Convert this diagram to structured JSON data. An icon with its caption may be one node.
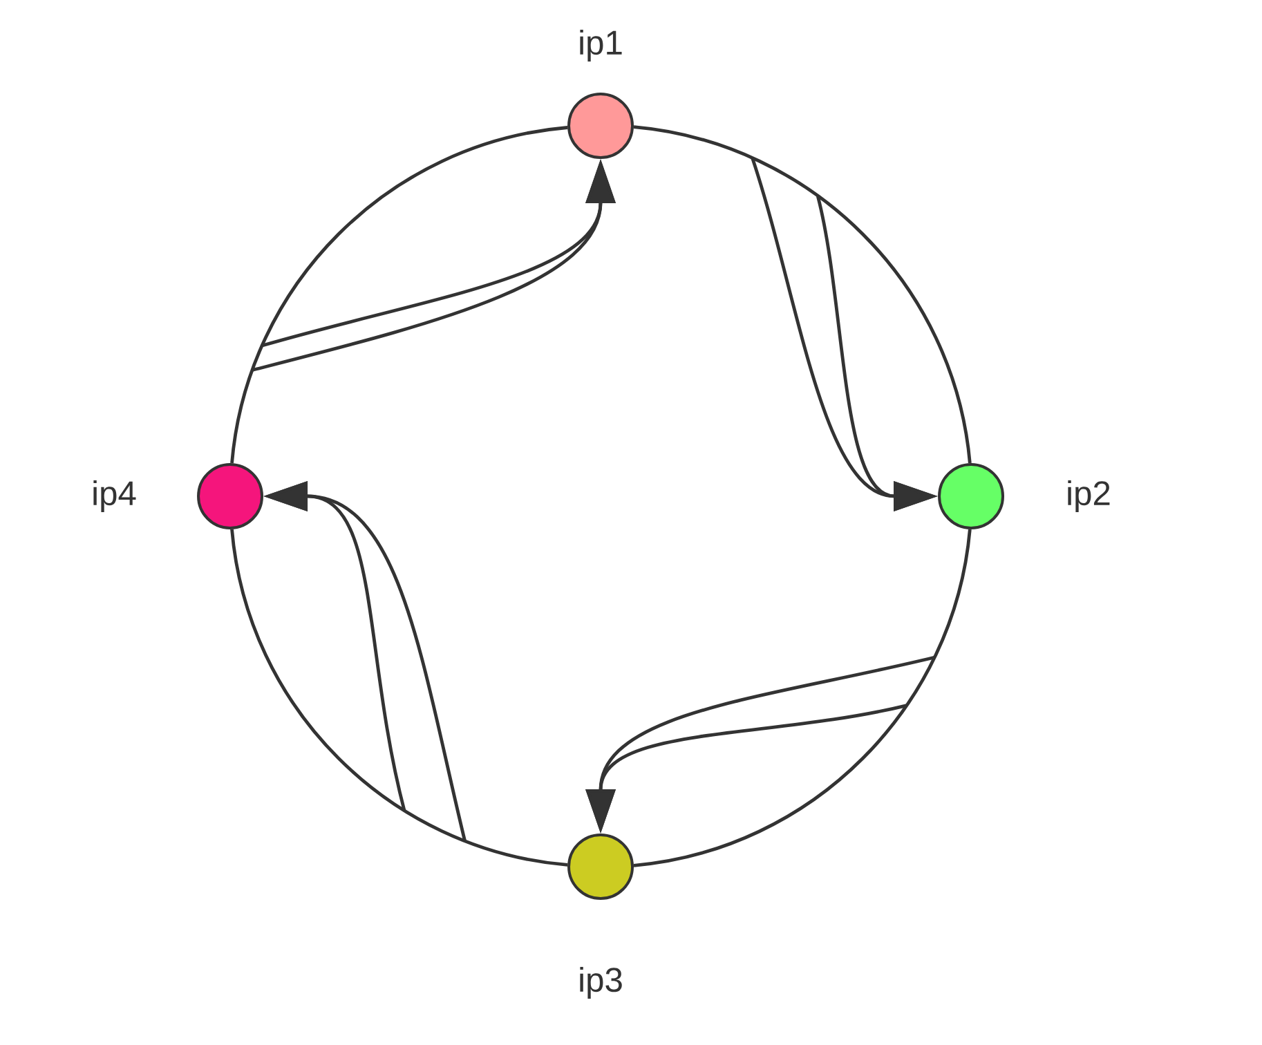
{
  "diagram": {
    "nodes": [
      {
        "text": [
          "ip1"
        ]
      },
      {
        "text": [
          "ip2"
        ]
      },
      {
        "text": [
          "ip3"
        ]
      },
      {
        "text": [
          "ip4"
        ]
      }
    ],
    "edges": [
      {
        "from": 0,
        "to": 1,
        "arrow": "none"
      },
      {
        "from": 1,
        "to": 2,
        "arrow": "none"
      },
      {
        "from": 2,
        "to": 3,
        "arrow": "none"
      },
      {
        "from": 3,
        "to": 0,
        "arrow": "none"
      },
      {
        "from": null,
        "to": 0,
        "arrow": "to"
      },
      {
        "from": null,
        "to": 0,
        "arrow": "to"
      },
      {
        "from": null,
        "to": 1,
        "arrow": "to"
      },
      {
        "from": null,
        "to": 1,
        "arrow": "to"
      },
      {
        "from": null,
        "to": 2,
        "arrow": "to"
      },
      {
        "from": null,
        "to": 2,
        "arrow": "to"
      },
      {
        "from": null,
        "to": 3,
        "arrow": "to"
      },
      {
        "from": null,
        "to": 3,
        "arrow": "to"
      }
    ]
  }
}
